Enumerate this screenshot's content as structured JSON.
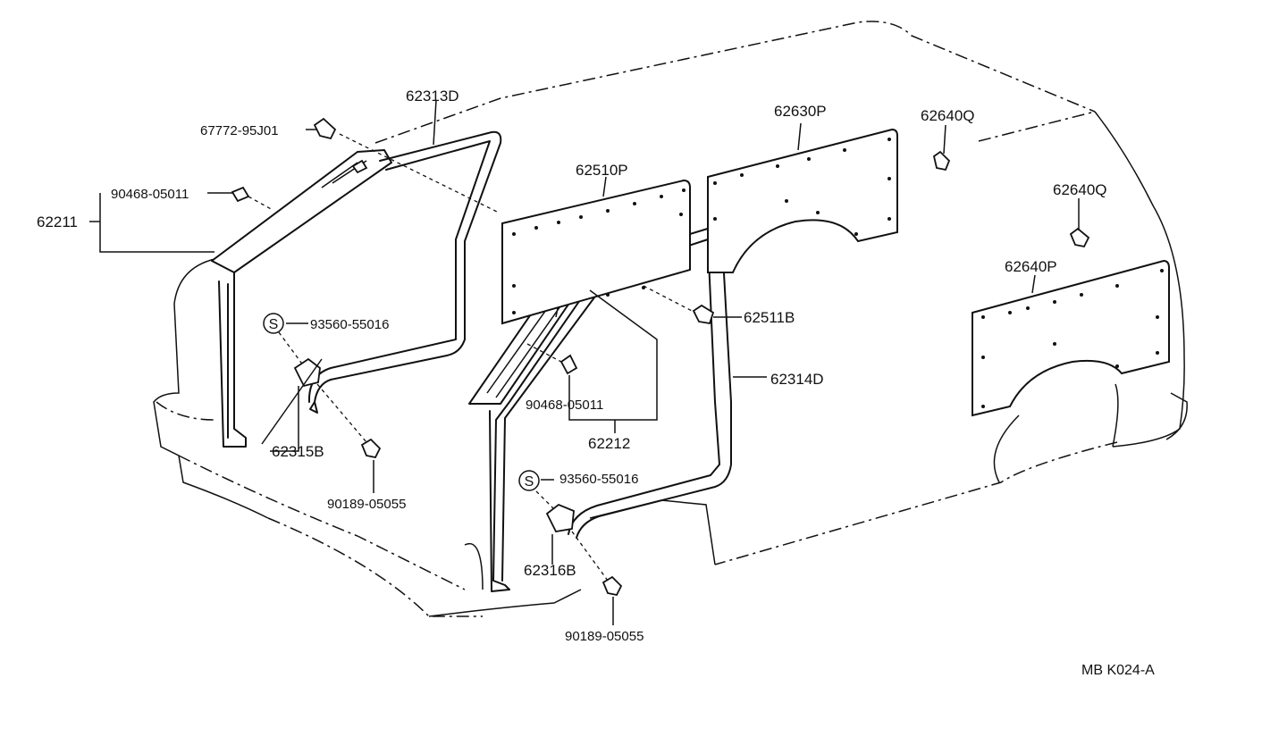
{
  "labels": {
    "p62313D": "62313D",
    "p67772": "67772-95J01",
    "p90468a": "90468-05011",
    "p62211": "62211",
    "p93560a": "93560-55016",
    "p62315B": "62315B",
    "p90189a": "90189-05055",
    "p62510P": "62510P",
    "p62630P": "62630P",
    "p62640Qa": "62640Q",
    "p62640Qb": "62640Q",
    "p62640P": "62640P",
    "p62511B": "62511B",
    "p62314D": "62314D",
    "p90468b": "90468-05011",
    "p62212": "62212",
    "p93560b": "93560-55016",
    "p62316B": "62316B",
    "p90189b": "90189-05055"
  },
  "symbols": {
    "s1": "S",
    "s2": "S"
  },
  "code": "MB  K024-A"
}
